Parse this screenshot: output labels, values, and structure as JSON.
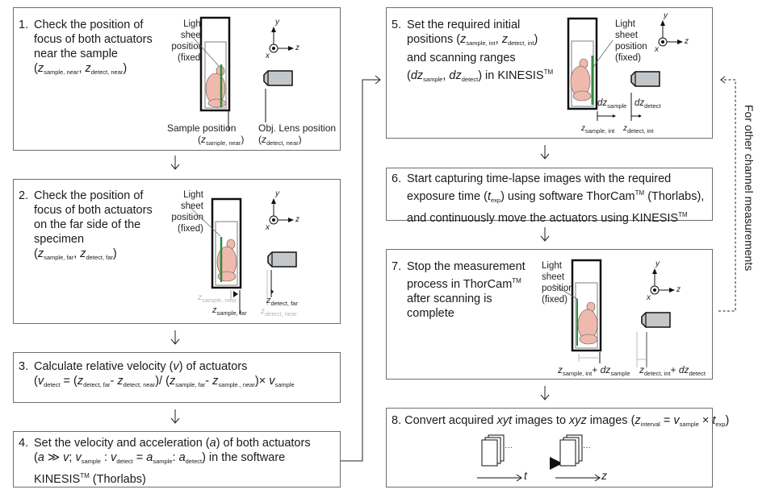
{
  "steps": [
    {
      "num": "1.",
      "lines": [
        "Check the position of",
        "focus of both actuators",
        "near the sample"
      ],
      "formula": {
        "a": "z",
        "a_sub": "sample, near",
        "sep": ",",
        "b": "z",
        "b_sub": "detect, near"
      },
      "diagram": {
        "light_sheet_label": [
          "Light",
          "sheet",
          "position",
          "(fixed)"
        ],
        "sample_label": "Sample position",
        "sample_sub": "sample, near",
        "lens_label": "Obj. Lens position",
        "lens_sub": "detect, near"
      }
    },
    {
      "num": "2.",
      "lines": [
        "Check the position of",
        "focus of both actuators",
        "on the far side of the",
        "specimen"
      ],
      "formula": {
        "a": "z",
        "a_sub": "sample, far",
        "sep": ",",
        "b": "z",
        "b_sub": "detect, far"
      },
      "diagram": {
        "light_sheet_label": [
          "Light",
          "sheet",
          "position",
          "(fixed)"
        ],
        "sample_near_sub": "sample, near",
        "sample_far_sub": "sample, far",
        "detect_far_sub": "detect, far",
        "detect_near_sub": "detect, near"
      }
    },
    {
      "num": "3.",
      "line1": "Calculate relative velocity (",
      "line1_var": "v",
      "line1_end": ") of actuators",
      "formula_parts": {
        "v": "v",
        "v_sub": "detect",
        "eq": " = (",
        "z1": "z",
        "z1_sub": "detect, far",
        "minus1": "- ",
        "z2": "z",
        "z2_sub": "detect, near",
        "div": ")/ (",
        "z3": "z",
        "z3_sub": "sample, far",
        "minus2": "- ",
        "z4": "z",
        "z4_sub": "sample., near",
        "times": ")× ",
        "v2": "v",
        "v2_sub": "sample"
      }
    },
    {
      "num": "4.",
      "line1": "Set the velocity and acceleration (",
      "line1_var": "a",
      "line1_end": ") of both actuators",
      "line2": {
        "open": "(",
        "a": "a",
        "gg": " ≫ ",
        "v": "v",
        "semi": "; ",
        "v1": "v",
        "v1_sub": "sample",
        "colon1": " : ",
        "v2": "v",
        "v2_sub": "detect",
        "eq": " = ",
        "a1": "a",
        "a1_sub": "sample",
        "colon2": ": ",
        "a2": "a",
        "a2_sub": "detect",
        "end": ") in the software"
      },
      "line3": "KINESIS",
      "line3_tm": "TM",
      "line3_end": " (Thorlabs)"
    },
    {
      "num": "5.",
      "line1": "Set the required initial",
      "line2_pre": "positions (",
      "z1": "z",
      "z1_sub": "sample, int",
      "z2": "z",
      "z2_sub": "detect, int",
      "line3": "and scanning ranges",
      "dz1": "dz",
      "dz1_sub": "sample",
      "dz2": "dz",
      "dz2_sub": "detect",
      "line4_end": ") in KINESIS",
      "tm": "TM",
      "diagram": {
        "light_sheet_label": [
          "Light",
          "sheet",
          "position",
          "(fixed)"
        ],
        "dz_sample": "dz",
        "dz_sample_sub": "sample",
        "dz_detect": "dz",
        "dz_detect_sub": "detect",
        "z_sample_int": "z",
        "z_sample_int_sub": "sample, int",
        "z_detect_int": "z",
        "z_detect_int_sub": "detect, int"
      }
    },
    {
      "num": "6.",
      "line1": "Start capturing time-lapse images with the required",
      "line2_pre": "exposure time (",
      "t": "t",
      "t_sub": "exp",
      "line2_post": ") using software ThorCam",
      "tm": "TM",
      "line2_end": " (Thorlabs),",
      "line3": "and continuously move the actuators using KINESIS",
      "line3_tm": "TM"
    },
    {
      "num": "7.",
      "lines": [
        "Stop the measurement",
        "process in ThorCam",
        "after scanning is",
        "complete"
      ],
      "tm": "TM",
      "diagram": {
        "light_sheet_label": [
          "Light",
          "sheet",
          "position",
          "(fixed)"
        ],
        "z1": "z",
        "z1_sub": "sample, int",
        "plus1": "+ ",
        "dz1": "dz",
        "dz1_sub": "sample",
        "z2": "z",
        "z2_sub": "detect, int",
        "plus2": "+ ",
        "dz2": "dz",
        "dz2_sub": "detect"
      }
    },
    {
      "num": "8.",
      "line_pre": "Convert acquired ",
      "xyt": "xyt",
      "mid": " images to ",
      "xyz": "xyz",
      "post": " images (",
      "z": "z",
      "z_sub": "interval",
      "eq": " = ",
      "v": "v",
      "v_sub": "sample",
      "times": " × ",
      "t": "t",
      "t_sub": "exp",
      "close": ")",
      "dots": "···",
      "axis_t": "t",
      "axis_z": "z"
    }
  ],
  "axes": {
    "y": "y",
    "z": "z",
    "x": "x"
  },
  "loop_label": "For other channel measurements",
  "colors": {
    "border": "#6e6e6e",
    "sample_fill": "#f0b9ad",
    "light_sheet": "#2e8b3e",
    "lens_fill": "#c4c7c9",
    "faded": "#b5b5b5"
  }
}
